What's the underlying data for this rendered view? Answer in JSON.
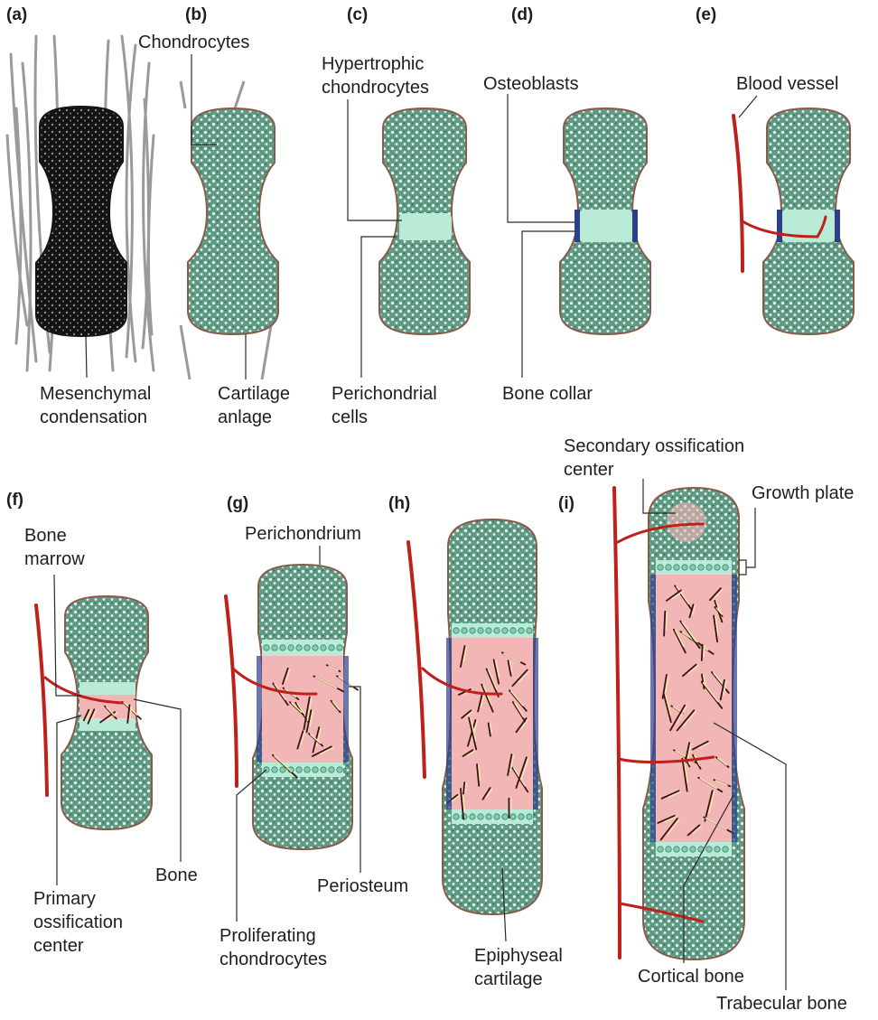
{
  "colors": {
    "cartilage": "#5f9a84",
    "cartilage_dots": "#e8f4ee",
    "condensation": "#151515",
    "mesenchyme_fibers": "#9a9a9a",
    "hypertrophic": "#b9ebd6",
    "bone_marrow": "#f2b6b6",
    "blood_vessel": "#c0201c",
    "bone": "#f3e6b0",
    "trabecular_lines": "#3a1410",
    "osteoblasts": "#2e3f8a",
    "perichondrium": "#8a5b4a",
    "leader_line": "#2a2a2a"
  },
  "panels": {
    "a": {
      "letter": "(a)",
      "label": "Mesenchymal\ncondensation"
    },
    "b": {
      "letter": "(b)",
      "top_label": "Chondrocytes",
      "bottom_label": "Cartilage\nanlage"
    },
    "c": {
      "letter": "(c)",
      "top_label": "Hypertrophic\nchondrocytes",
      "bottom_label": "Perichondrial\ncells"
    },
    "d": {
      "letter": "(d)",
      "top_label": "Osteoblasts",
      "bottom_label": "Bone collar"
    },
    "e": {
      "letter": "(e)",
      "top_label": "Blood vessel"
    },
    "f": {
      "letter": "(f)",
      "top_label": "Bone\nmarrow",
      "right_label": "Bone",
      "bottom_label": "Primary\nossification\ncenter"
    },
    "g": {
      "letter": "(g)",
      "top_label": "Perichondrium",
      "right_label": "Periosteum",
      "bottom_label": "Proliferating\nchondrocytes"
    },
    "h": {
      "letter": "(h)",
      "bottom_label": "Epiphyseal\ncartilage"
    },
    "i": {
      "letter": "(i)",
      "top_label": "Secondary ossification\ncenter",
      "right_label": "Growth plate",
      "bottom_label_1": "Cortical bone",
      "bottom_label_2": "Trabecular bone"
    }
  }
}
